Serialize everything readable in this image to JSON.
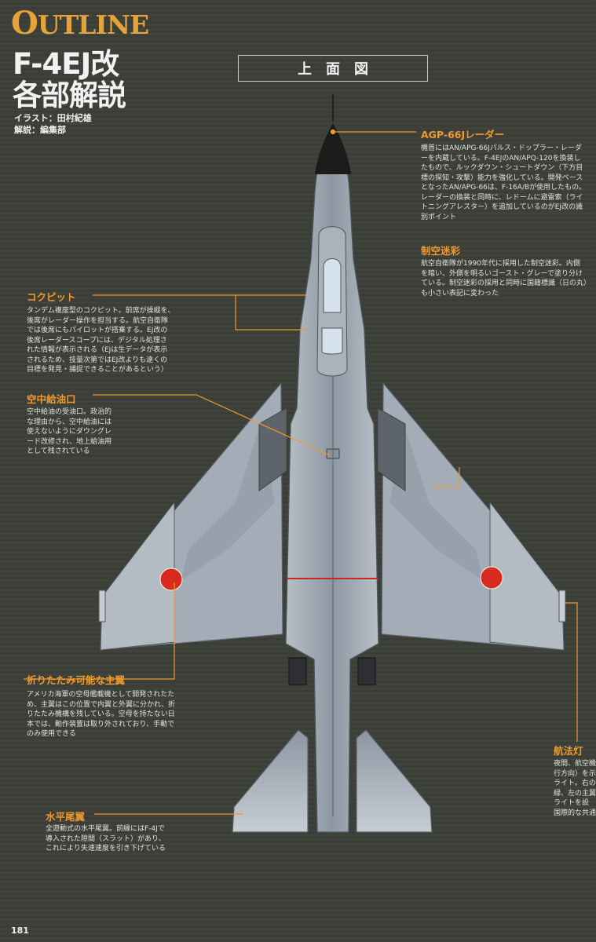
{
  "header": {
    "section_first": "O",
    "section_rest": "UTLINE",
    "title": "F-4EJ改\n各部解説",
    "illustration_credit": "イラスト：田村紀雄",
    "text_credit": "解説：編集部"
  },
  "view_label": "上面図",
  "annotations": {
    "radar": {
      "label": "AGP-66Jレーダー",
      "text": "機首にはAN/APG-66Jパルス・ドップラー・レーダ\nーを内蔵している。F-4EJのAN/APQ-120を換装し\nたもので、ルックダウン・シュートダウン（下方目\n標の探知・攻撃）能力を強化している。開発ベース\nとなったAN/APG-66は、F-16A/Bが使用したもの。\nレーダーの換装と同時に、レドームに避雷索（ライ\nトニングアレスター）を追加しているのがEJ改の識\n別ポイント"
    },
    "camouflage": {
      "label": "制空迷彩",
      "text": "航空自衛隊が1990年代に採用した制空迷彩。内側\nを暗い、外側を明るいゴースト・グレーで塗り分け\nている。制空迷彩の採用と同時に国籍標識（日の丸）\nも小さい表記に変わった"
    },
    "cockpit": {
      "label": "コクピット",
      "text": "タンデム複座型のコクピット。前席が操縦を、\n後席がレーダー操作を担当する。航空自衛隊\nでは後席にもパイロットが搭乗する。EJ改の\n後席レーダースコープには、デジタル処理さ\nれた情報が表示される（EJは生データが表示\nされるため、技量次第ではEJ改よりも遠くの\n目標を発見・捕捉できることがあるという）"
    },
    "refuel": {
      "label": "空中給油口",
      "text": "空中給油の受油口。政治的\nな理由から、空中給油には\n使えないようにダウングレ\nード改修され、地上給油用\nとして残されている"
    },
    "wing": {
      "label": "折りたたみ可能な主翼",
      "text": "アメリカ海軍の空母艦載機として開発されたた\nめ、主翼はこの位置で内翼と外翼に分かれ、折\nりたたみ機構を残している。空母を持たない日\n本では、動作装置は取り外されており、手動で\nのみ使用できる"
    },
    "navlight": {
      "label": "航法灯",
      "text": "夜間、航空機の\n行方向）を示\nライト。右の\n緑、左の主翼\nライトを設\n国際的な共通"
    },
    "stabilator": {
      "label": "水平尾翼",
      "text": "全遊動式の水平尾翼。前縁にはF-4Jで\n導入された隙間（スラット）があり、\nこれにより失速速度を引き下げている"
    }
  },
  "page_number": "181",
  "colors": {
    "accent_orange": "#ef9a2c",
    "aircraft_grey": "#9aa3ad",
    "camo_light": "#b9c0c8",
    "radome": "#1b1b1b",
    "roundel": "#d82a1e"
  }
}
